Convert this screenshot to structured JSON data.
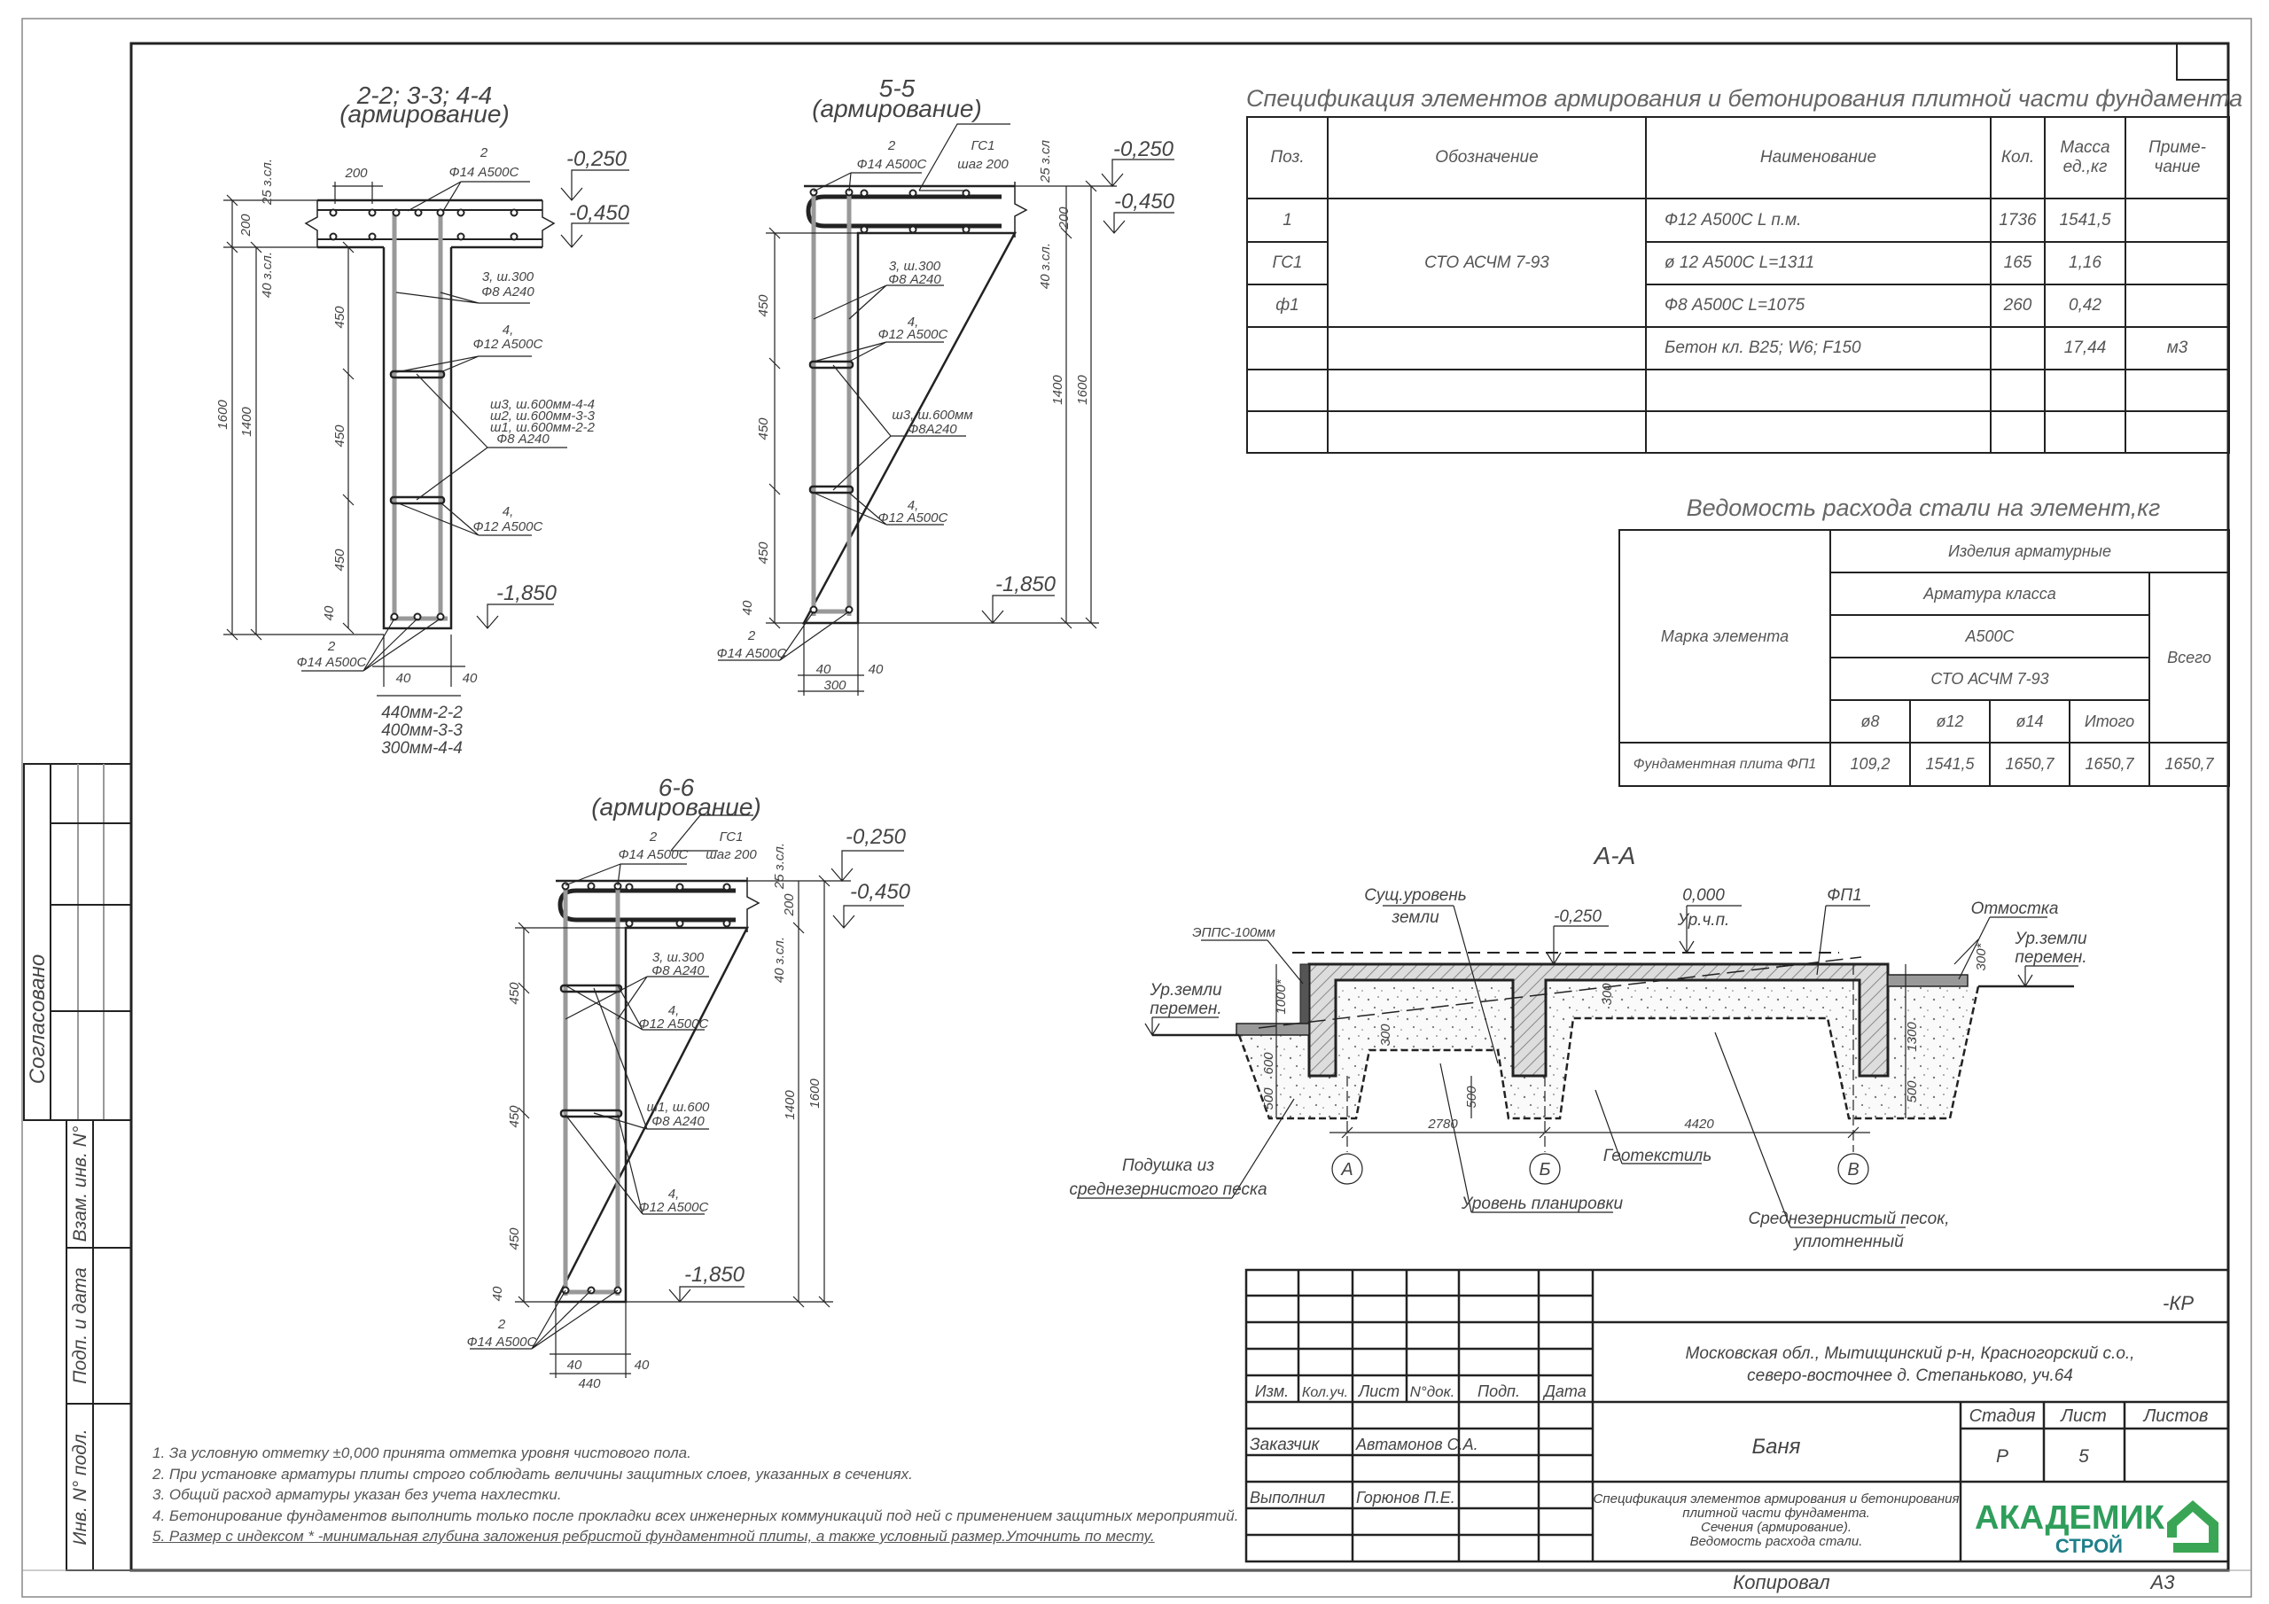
{
  "section_2_2": {
    "title": "2-2; 3-3; 4-4",
    "subtitle": "(армирование)",
    "labels": [
      "2",
      "Ф14 А500С",
      "200",
      "25 з.сл.",
      "200",
      "40 з.сл.",
      "1600",
      "1400",
      "450",
      "450",
      "450",
      "3, ш.300",
      "Ф8 А240",
      "4,",
      "Ф12 А500С",
      "ш3, ш.600мм-4-4",
      "ш2, ш.600мм-3-3",
      "ш1, ш.600мм-2-2",
      "Ф8 А240",
      "4,",
      "Ф12 А500С",
      "-1,850",
      "-0,250",
      "-0,450",
      "40",
      "2",
      "Ф14 А500С",
      "40",
      "40",
      "440мм-2-2",
      "400мм-3-3",
      "300мм-4-4"
    ]
  },
  "section_5_5": {
    "title": "5-5",
    "subtitle": "(армирование)",
    "labels": [
      "2",
      "Ф14 А500С",
      "ГС1",
      "шаг 200",
      "25 з.сл",
      "200",
      "40 з.сл.",
      "-0,250",
      "-0,450",
      "3, ш.300",
      "Ф8 А240",
      "4,",
      "Ф12 А500С",
      "ш3, ш.600мм",
      "Ф8А240",
      "4,",
      "Ф12 А500С",
      "450",
      "450",
      "450",
      "40",
      "1400",
      "1600",
      "-1,850",
      "2",
      "Ф14 А500С",
      "40",
      "40",
      "300"
    ]
  },
  "section_6_6": {
    "title": "6-6",
    "subtitle": "(армирование)",
    "labels": [
      "2",
      "Ф14 А500С",
      "ГС1",
      "шаг 200",
      "25 з.сл.",
      "200",
      "40 з.сл.",
      "-0,250",
      "-0,450",
      "3, ш.300",
      "Ф8 А240",
      "4,",
      "Ф12 А500С",
      "ш1, ш.600",
      "Ф8 А240",
      "4,",
      "Ф12 А500С",
      "450",
      "450",
      "450",
      "40",
      "1400",
      "1600",
      "-1,850",
      "2",
      "Ф14 А500С",
      "40",
      "40",
      "440"
    ]
  },
  "section_a_a": {
    "labels": [
      "А-А",
      "Сущ.уровень",
      "земли",
      "-0,250",
      "0,000",
      "Ур.ч.п.",
      "ФП1",
      "Отмостка",
      "Ур.земли",
      "перемен.",
      "ЭППС-100мм",
      "Ур.земли",
      "перемен.",
      "1000*",
      "600",
      "500",
      "300",
      "500",
      "300",
      "300*",
      "1300",
      "500",
      "2780",
      "4420",
      "А",
      "Б",
      "В",
      "Подушка из",
      "среднезернистого песка",
      "Уровень планировки",
      "Геотекстиль",
      "Среднезернистый песок,",
      "уплотненный"
    ]
  },
  "spec_table": {
    "title": "Спецификация элементов армирования и бетонирования плитной части фундамента",
    "headers": [
      "Поз.",
      "Обозначение",
      "Наименование",
      "Кол.",
      "Масса ед.,кг",
      "Приме- чание"
    ],
    "designation": "СТО АСЧМ 7-93",
    "rows": [
      {
        "pos": "1",
        "name": "Ф12 А500С  L п.м.",
        "qty": "1736",
        "mass": "1541,5",
        "note": ""
      },
      {
        "pos": "ГС1",
        "name": "ø 12 А500С  L=1311",
        "qty": "165",
        "mass": "1,16",
        "note": ""
      },
      {
        "pos": "ф1",
        "name": "Ф8 А500С  L=1075",
        "qty": "260",
        "mass": "0,42",
        "note": ""
      },
      {
        "pos": "",
        "name": "Бетон кл. В25; W6; F150",
        "qty": "",
        "mass": "17,44",
        "note": "м3"
      }
    ]
  },
  "steel_table": {
    "title": "Ведомость расхода стали на элемент,кг",
    "col_element": "Марка элемента",
    "group": "Изделия арматурные",
    "subgroup": "Арматура класса",
    "rebar_class": "А500С",
    "standard": "СТО АСЧМ 7-93",
    "total": "Всего",
    "diameters": [
      "ø8",
      "ø12",
      "ø14",
      "Итого"
    ],
    "row": {
      "element": "Фундаментная плита ФП1",
      "values": [
        "109,2",
        "1541,5",
        "1650,7",
        "1650,7"
      ],
      "total": "1650,7"
    }
  },
  "notes": [
    "1.  За условную отметку ±0,000 принята отметка уровня чистового пола.",
    "2. При установке арматуры плиты строго соблюдать величины защитных слоев, указанных в сечениях.",
    "3. Общий расход арматуры указан без учета нахлестки.",
    "4. Бетонирование фундаментов выполнить только после прокладки всех инженерных коммуникаций под ней с применением защитных мероприятий.",
    "5. Размер с индексом * -минимальная глубина заложения ребристой фундаментной плиты,  а также условный размер.Уточнить по месту."
  ],
  "title_block": {
    "code": "-КР",
    "address_1": "Московская обл., Мытищинский р-н, Красногорский с.о.,",
    "address_2": "северо-восточнее д. Степаньково, уч.64",
    "columns": [
      "Изм.",
      "Кол.уч.",
      "Лист",
      "N°док.",
      "Подп.",
      "Дата"
    ],
    "customer_label": "Заказчик",
    "customer": "Автамонов С.А.",
    "author_label": "Выполнил",
    "author": "Горюнов П.Е.",
    "object": "Баня",
    "stage_label": "Стадия",
    "sheet_label": "Лист",
    "sheets_label": "Листов",
    "stage": "Р",
    "sheet": "5",
    "sheets": "",
    "description": [
      "Спецификация элементов армирования и бетонирования",
      "плитной части фундамента.",
      "Сечения (армирование).",
      "Ведомость расхода стали."
    ],
    "logo_main": "АКАДЕМИК",
    "logo_sub": "СТРОЙ",
    "logo_color": "#3aa655",
    "copied_label": "Копировал",
    "format": "А3"
  },
  "side_stamp": {
    "agreed": "Согласовано",
    "replaced_inv": "Взам. инв. N°",
    "sign_date": "Подп. и дата",
    "inv_orig": "Инв. N° подл."
  }
}
